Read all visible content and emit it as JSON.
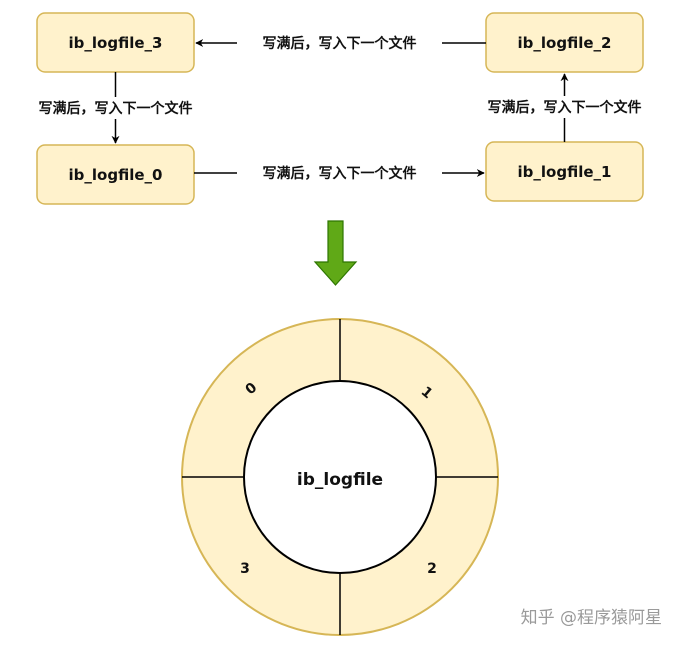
{
  "colors": {
    "box_fill": "#fff2cc",
    "box_stroke": "#d6b656",
    "arrow": "#000000",
    "big_arrow_fill": "#60a917",
    "big_arrow_stroke": "#2d7600",
    "ring_fill": "#fff2cc",
    "ring_stroke": "#d6b656",
    "divider": "#000000"
  },
  "boxes": {
    "file3": "ib_logfile_3",
    "file2": "ib_logfile_2",
    "file0": "ib_logfile_0",
    "file1": "ib_logfile_1"
  },
  "edges": {
    "e2to3": "写满后，写入下一个文件",
    "e3to0": "写满后，写入下一个文件",
    "e0to1": "写满后，写入下一个文件",
    "e1to2": "写满后，写入下一个文件"
  },
  "ring": {
    "center": "ib_logfile",
    "seg0": "0",
    "seg1": "1",
    "seg2": "2",
    "seg3": "3"
  },
  "watermark": "知乎 @程序猿阿星"
}
